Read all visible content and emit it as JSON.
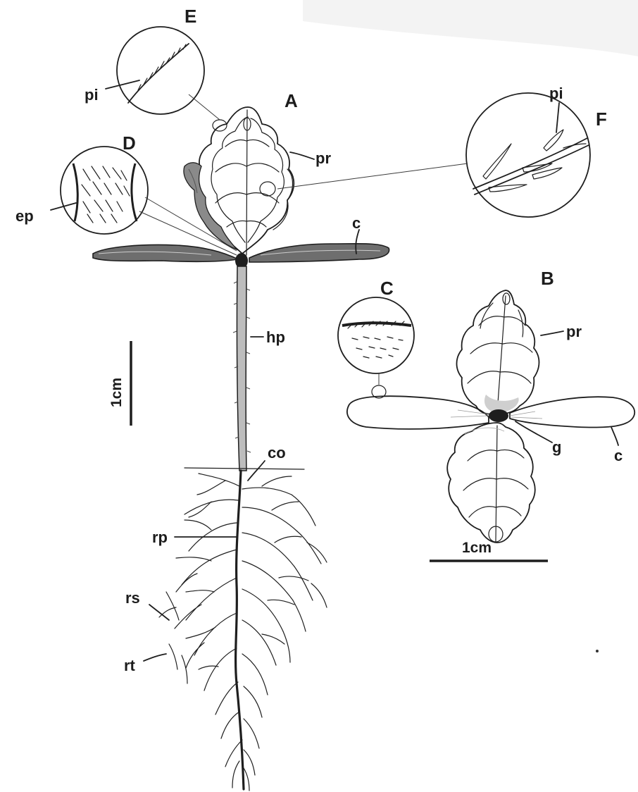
{
  "panels": {
    "A": "A",
    "B": "B",
    "C": "C",
    "D": "D",
    "E": "E",
    "F": "F"
  },
  "labels": {
    "pi_e": "pi",
    "pi_f": "pi",
    "pr_a": "pr",
    "ep": "ep",
    "c_a": "c",
    "hp": "hp",
    "co": "co",
    "rp": "rp",
    "rs": "rs",
    "rt": "rt",
    "pr_b": "pr",
    "g": "g",
    "c_b": "c"
  },
  "scale_bars": {
    "vertical": "1cm",
    "horizontal": "1cm"
  }
}
